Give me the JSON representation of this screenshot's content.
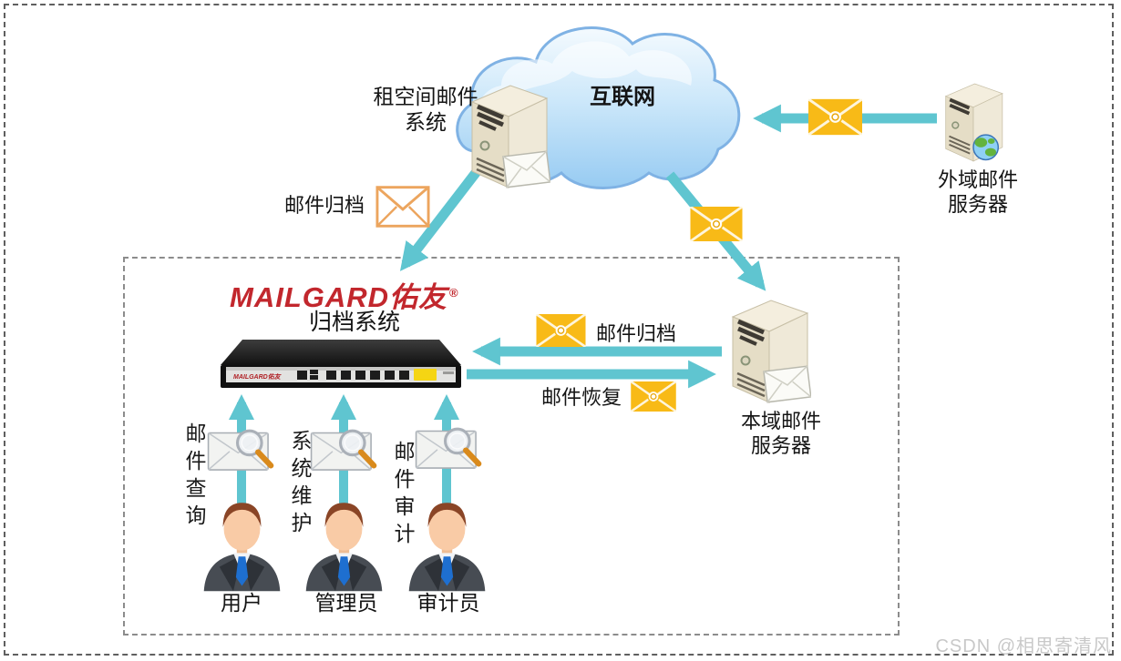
{
  "cloud": {
    "label": "互联网"
  },
  "rented_server": {
    "line1": "租空间邮件",
    "line2": "系统"
  },
  "archive_note": {
    "label": "邮件归档"
  },
  "external_server": {
    "line1": "外域邮件",
    "line2": "服务器"
  },
  "local_server": {
    "line1": "本域邮件",
    "line2": "服务器"
  },
  "appliance": {
    "brand": "MAILGARD佑友",
    "reg": "®",
    "title": "归档系统",
    "front_brand": "MAILGARD佑友"
  },
  "flows": {
    "archive": "邮件归档",
    "restore": "邮件恢复"
  },
  "roles": [
    {
      "action": "邮件查询",
      "name": "用户"
    },
    {
      "action": "系统维护",
      "name": "管理员"
    },
    {
      "action": "邮件审计",
      "name": "审计员"
    }
  ],
  "page": {
    "watermark": "CSDN @相思寄清风"
  },
  "colors": {
    "arrow": "#5fc5d0",
    "envelope_yellow": "#f6b616",
    "envelope_outline": "#eca55e",
    "brand_red": "#c2272d"
  }
}
